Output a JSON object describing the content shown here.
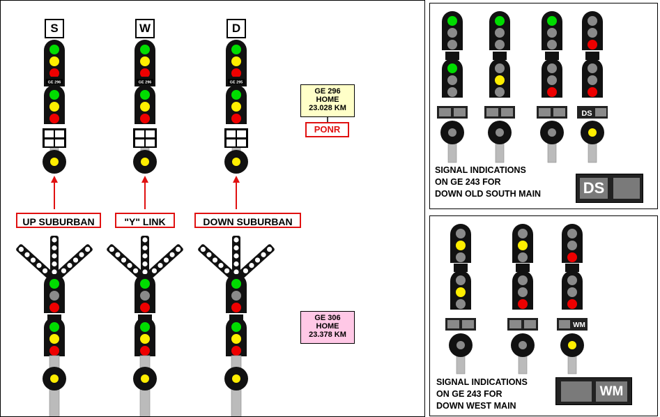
{
  "colors": {
    "green": "#00dd00",
    "yellow": "#ffee00",
    "red": "#ee0000",
    "off": "#8a8a8a",
    "head": "#111111",
    "post": "#bbbbbb",
    "route_border": "#e01010",
    "board_ge296": "#ffffc8",
    "board_ge306": "#ffc8e6"
  },
  "left": {
    "columns": [
      {
        "letter": "S",
        "route": "UP SUBURBAN",
        "plate_text": "GE 296"
      },
      {
        "letter": "W",
        "route": "\"Y\" LINK",
        "plate_text": "GE 296"
      },
      {
        "letter": "D",
        "route": "DOWN SUBURBAN",
        "plate_text": "GE 295"
      }
    ],
    "board_ge296": {
      "line1": "GE 296",
      "line2": "HOME",
      "line3": "23.028 KM"
    },
    "ponr": "PONR",
    "board_ge306": {
      "line1": "GE 306",
      "line2": "HOME",
      "line3": "23.378 KM"
    }
  },
  "top_right": {
    "caption_line1": "SIGNAL INDICATIONS",
    "caption_line2": "ON GE 243 FOR",
    "caption_line3": "DOWN OLD SOUTH MAIN",
    "plate_text": "DS",
    "small_plate_text": "DS",
    "signals": [
      {
        "upper": [
          "green",
          "off",
          "off"
        ],
        "lower": [
          "green",
          "off",
          "off"
        ]
      },
      {
        "upper": [
          "green",
          "off",
          "off"
        ],
        "lower": [
          "off",
          "yellow",
          "off"
        ]
      },
      {
        "upper": [
          "green",
          "off",
          "off"
        ],
        "lower": [
          "off",
          "off",
          "red"
        ]
      },
      {
        "upper": [
          "off",
          "off",
          "red"
        ],
        "lower": [
          "off",
          "off",
          "red"
        ]
      }
    ]
  },
  "bottom_right": {
    "caption_line1": "SIGNAL INDICATIONS",
    "caption_line2": "ON GE 243 FOR",
    "caption_line3": "DOWN WEST MAIN",
    "plate_text": "WM",
    "small_plate_text": "WM",
    "signals": [
      {
        "upper": [
          "off",
          "yellow",
          "off"
        ],
        "lower": [
          "off",
          "yellow",
          "off"
        ]
      },
      {
        "upper": [
          "off",
          "yellow",
          "off"
        ],
        "lower": [
          "off",
          "off",
          "red"
        ]
      },
      {
        "upper": [
          "off",
          "off",
          "red"
        ],
        "lower": [
          "off",
          "off",
          "red"
        ]
      }
    ]
  }
}
